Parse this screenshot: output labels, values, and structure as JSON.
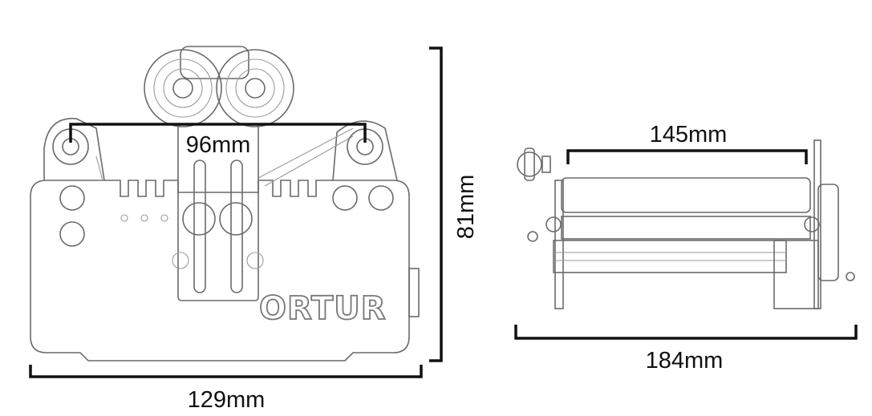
{
  "title": "Ortur rotary roller dimensions",
  "front_view": {
    "logo": "ORTUR",
    "wheel_spacing": "96mm",
    "width": "129mm",
    "height": "81mm"
  },
  "side_view": {
    "roller_length": "145mm",
    "overall_length": "184mm"
  }
}
